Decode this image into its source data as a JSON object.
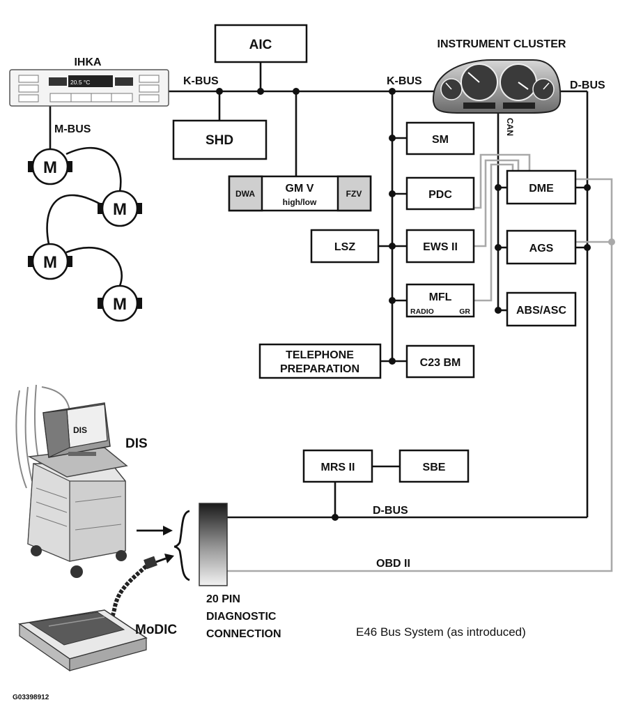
{
  "title": "INSTRUMENT CLUSTER",
  "caption": "E46 Bus System (as introduced)",
  "figure_id": "G03398912",
  "bus_labels": {
    "k_bus_left": "K-BUS",
    "k_bus_right": "K-BUS",
    "d_bus_top": "D-BUS",
    "d_bus_bottom": "D-BUS",
    "m_bus": "M-BUS",
    "can": "CAN",
    "obd": "OBD II"
  },
  "modules": {
    "aic": "AIC",
    "ihka": "IHKA",
    "ihka_display": "20.5 °C",
    "shd": "SHD",
    "dwa": "DWA",
    "gm_v": "GM V",
    "gm_v_sub": "high/low",
    "fzv": "FZV",
    "sm": "SM",
    "pdc": "PDC",
    "lsz": "LSZ",
    "ews": "EWS II",
    "mfl": "MFL",
    "mfl_radio": "RADIO",
    "mfl_gr": "GR",
    "telephone_line1": "TELEPHONE",
    "telephone_line2": "PREPARATION",
    "c23": "C23 BM",
    "dme": "DME",
    "ags": "AGS",
    "abs": "ABS/ASC",
    "mrs": "MRS II",
    "sbe": "SBE"
  },
  "motor_label": "M",
  "dis_label": "DIS",
  "dis_screen": "DIS",
  "modic_label": "MoDIC",
  "diag_connector": {
    "line1": "20 PIN",
    "line2": "DIAGNOSTIC",
    "line3": "CONNECTION"
  }
}
